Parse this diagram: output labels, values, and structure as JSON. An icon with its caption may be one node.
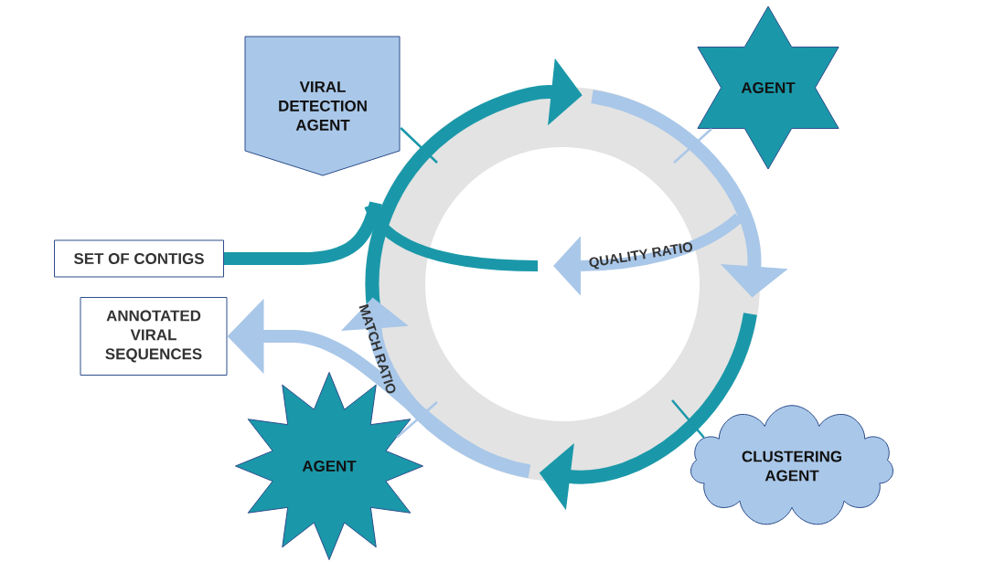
{
  "diagram": {
    "nodes": [
      {
        "text": [
          "VIRAL DETECTION AGENT"
        ]
      },
      {
        "text": [
          "AGENT"
        ]
      },
      {
        "text": [
          "SET OF CONTIGS"
        ]
      },
      {
        "text": [
          "ANNOTATED VIRAL SEQUENCES"
        ]
      },
      {
        "text": [
          "AGENT"
        ]
      },
      {
        "text": [
          "CLUSTERING AGENT"
        ]
      }
    ],
    "edges": [
      {
        "from": 2,
        "to": null,
        "arrow": "none",
        "style": "thick",
        "color": "#1a98a9"
      },
      {
        "from": null,
        "to": 3,
        "arrow": "to",
        "style": "thick",
        "color": "#a9c7e8"
      },
      {
        "from": 0,
        "to": null,
        "arrow": "none",
        "color": "#1a98a9"
      },
      {
        "from": 1,
        "to": null,
        "arrow": "none",
        "color": "#a9c7e8"
      },
      {
        "from": 4,
        "to": null,
        "arrow": "none",
        "color": "#a9c7e8"
      },
      {
        "from": 5,
        "to": null,
        "arrow": "none",
        "color": "#1a98a9"
      }
    ],
    "labels": [
      "QUALITY RATIO",
      "MATCH RATIO"
    ]
  }
}
